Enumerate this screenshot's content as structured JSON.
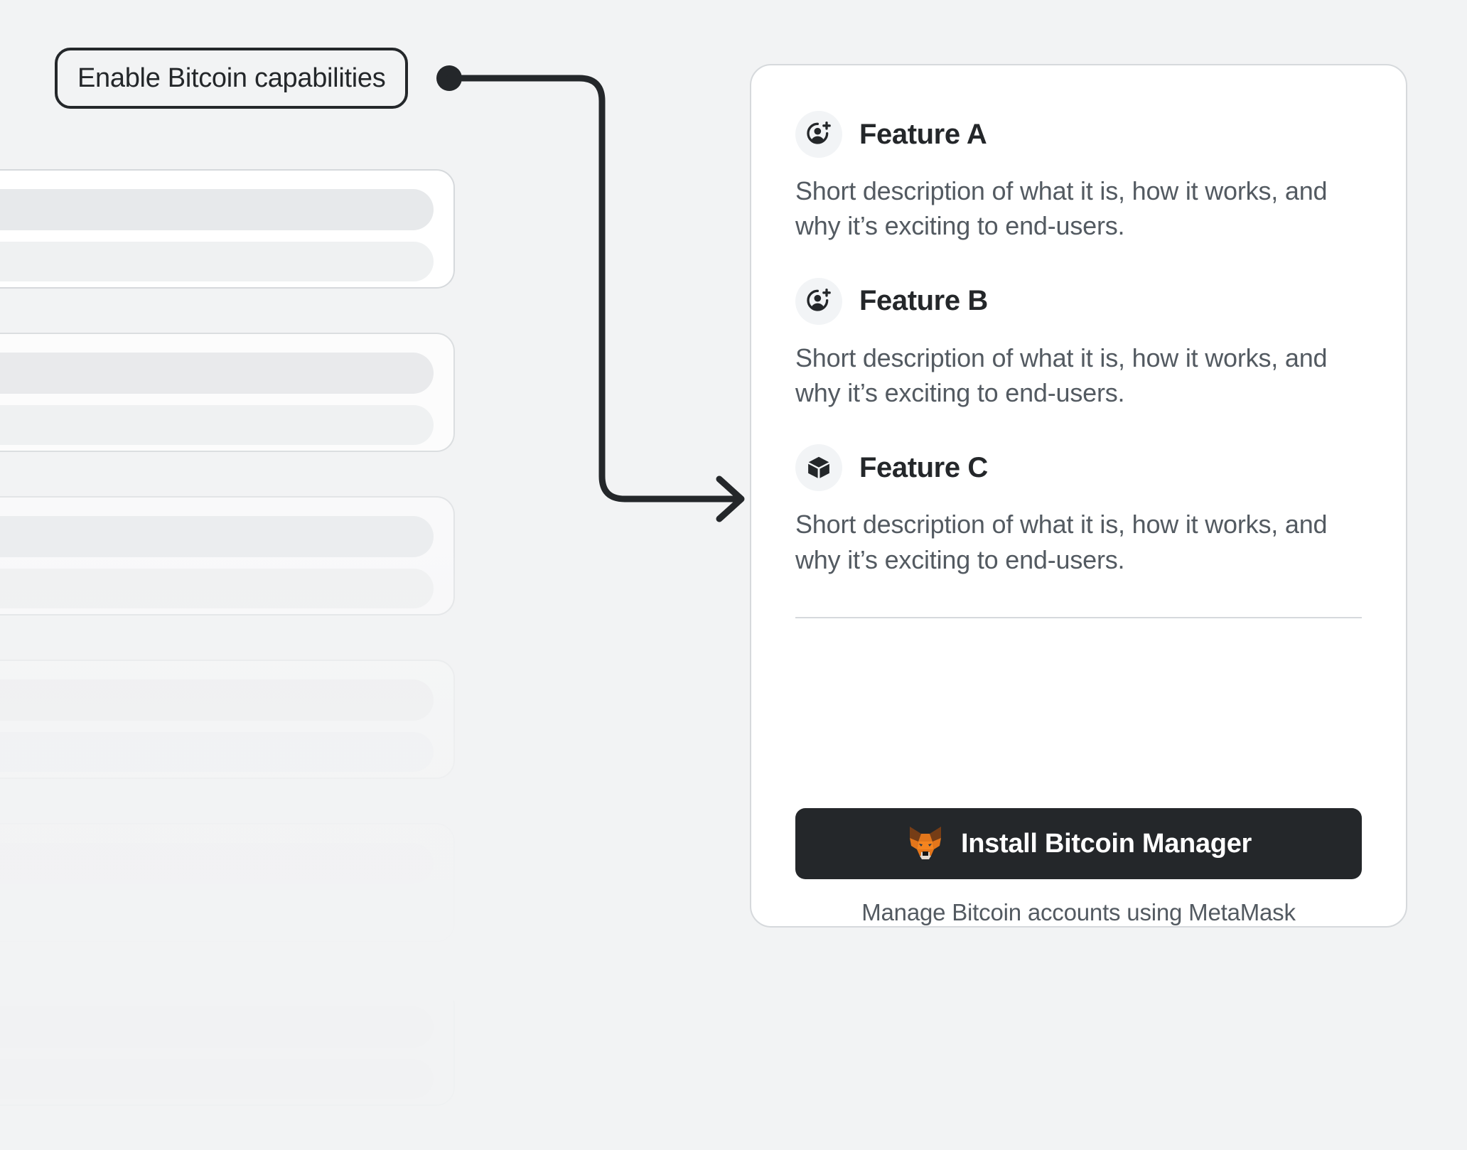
{
  "canvas": {
    "background_color": "#F2F3F4"
  },
  "annotation": {
    "label": "Enable Bitcoin capabilities",
    "border_color": "#24272A",
    "connector": {
      "type": "elbow-arrow",
      "start_dot": true,
      "direction": "right-down-right",
      "color": "#24272A"
    }
  },
  "skeleton": {
    "card_count": 6,
    "bars_per_card": 2,
    "card_color": "#FFFFFF",
    "bar_color": "#E7E9EB",
    "border_color": "#D6D9DC"
  },
  "card": {
    "background_color": "#FFFFFF",
    "border_color": "#D6D9DC",
    "features": [
      {
        "icon": "add-user-icon",
        "title": "Feature A",
        "description": "Short description of what it is, how it works, and why it’s exciting to end-users."
      },
      {
        "icon": "add-user-icon",
        "title": "Feature B",
        "description": "Short description of what it is, how it works, and why it’s exciting to end-users."
      },
      {
        "icon": "cube-icon",
        "title": "Feature C",
        "description": "Short description of what it is, how it works, and why it’s exciting to end-users."
      }
    ],
    "footer": {
      "install_button": {
        "label": "Install Bitcoin Manager",
        "icon": "metamask-fox-icon",
        "background_color": "#24272A",
        "text_color": "#FFFFFF"
      },
      "caption": "Manage Bitcoin accounts using MetaMask"
    }
  }
}
